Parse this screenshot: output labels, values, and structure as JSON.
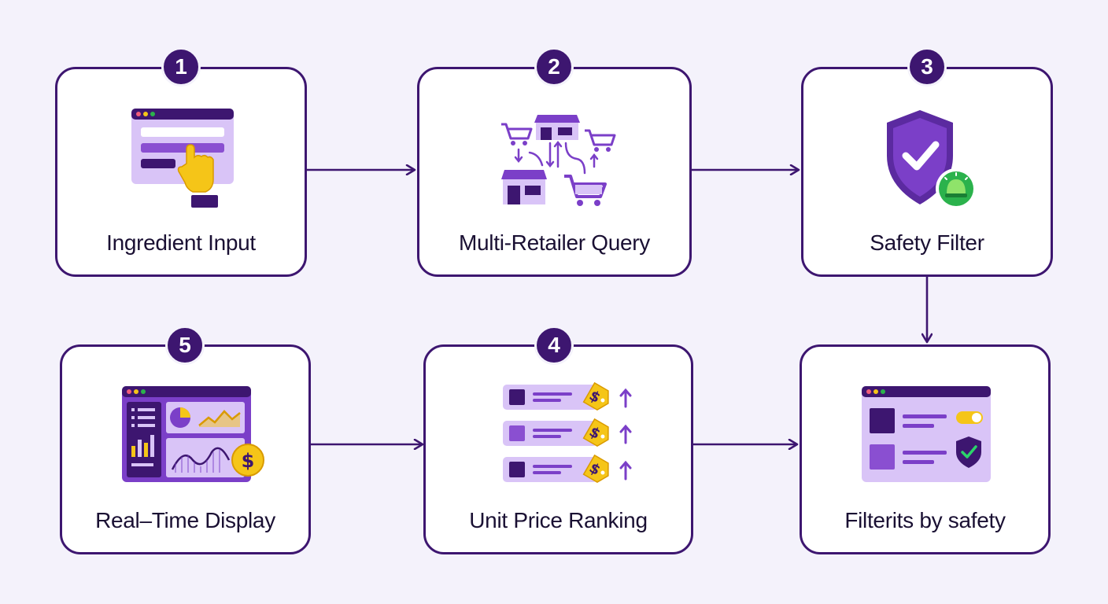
{
  "steps": [
    {
      "number": "1",
      "label": "Ingredient Input",
      "icon": "form-input-icon"
    },
    {
      "number": "2",
      "label": "Multi-Retailer Query",
      "icon": "retailer-network-icon"
    },
    {
      "number": "3",
      "label": "Safety Filter",
      "icon": "shield-check-icon"
    },
    {
      "number": "4",
      "label": "Unit Price Ranking",
      "icon": "price-list-icon"
    },
    {
      "number": "5",
      "label": "Real–Time Display",
      "icon": "dashboard-icon"
    },
    {
      "label": "Filterits by safety",
      "icon": "filtered-window-icon"
    }
  ],
  "colors": {
    "accent": "#3d1670",
    "lavender": "#d9c4f7",
    "purple": "#7b3fc8",
    "gold": "#f5c518",
    "green": "#2bb24c",
    "background": "#f4f2fb"
  }
}
